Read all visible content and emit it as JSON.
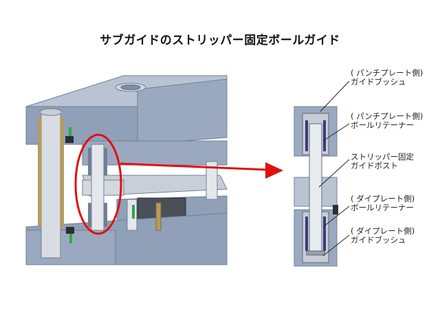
{
  "title": "サブガイドのストリッパー固定ボールガイド",
  "labels": [
    {
      "l1": "( パンチプレート側)",
      "l2": "ガイドブッシュ"
    },
    {
      "l1": "( パンチプレート側)",
      "l2": "ボールリテーナー"
    },
    {
      "l1": "ストリッパー固定",
      "l2": "ガイドポスト"
    },
    {
      "l1": "( ダイプレート側)",
      "l2": "ボールリテーナー"
    },
    {
      "l1": "( ダイプレート側)",
      "l2": "ガイドブッシュ"
    }
  ],
  "colors": {
    "plate": "#8fa0b8",
    "plate_dark": "#6f7f96",
    "plate_light": "#b8c4d4",
    "steel": "#c8cdd3",
    "highlight_oval": "#e01010",
    "arrow": "#e01010",
    "balls": "#3a3a7a",
    "spring": "#b89a5a"
  },
  "icons": [
    "arrow-right-icon",
    "highlight-ellipse"
  ]
}
